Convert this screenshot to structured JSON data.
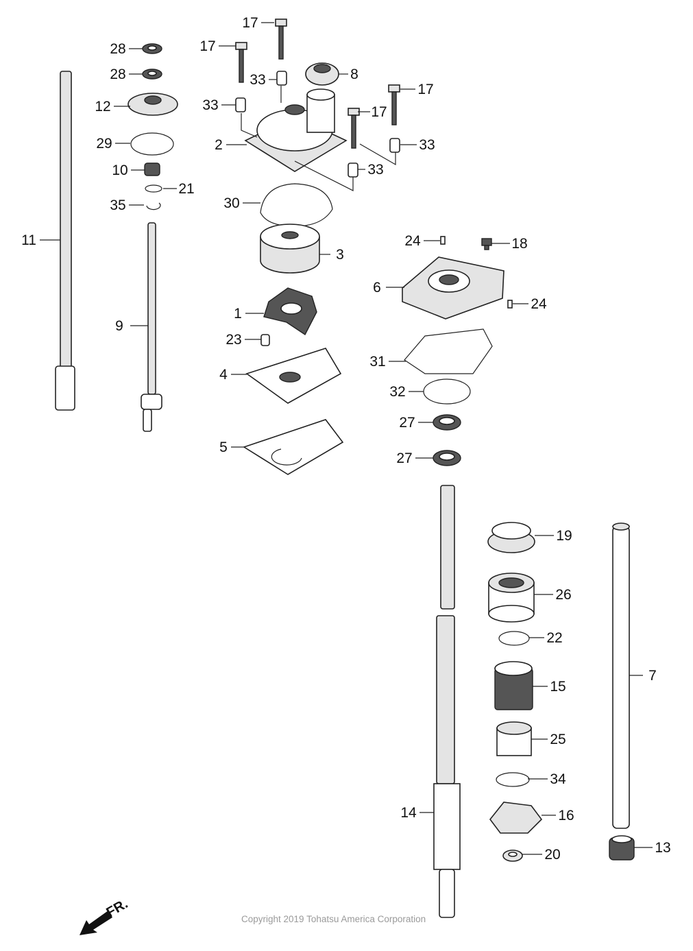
{
  "diagram": {
    "callouts": [
      "17",
      "17",
      "28",
      "28",
      "33",
      "8",
      "17",
      "12",
      "33",
      "17",
      "2",
      "33",
      "29",
      "10",
      "33",
      "21",
      "35",
      "30",
      "11",
      "24",
      "18",
      "3",
      "6",
      "24",
      "1",
      "9",
      "23",
      "31",
      "4",
      "32",
      "27",
      "5",
      "27",
      "19",
      "26",
      "22",
      "7",
      "15",
      "25",
      "34",
      "14",
      "16",
      "13",
      "20"
    ],
    "direction_label": "FR.",
    "copyright": "Copyright 2019 Tohatsu America Corporation"
  }
}
